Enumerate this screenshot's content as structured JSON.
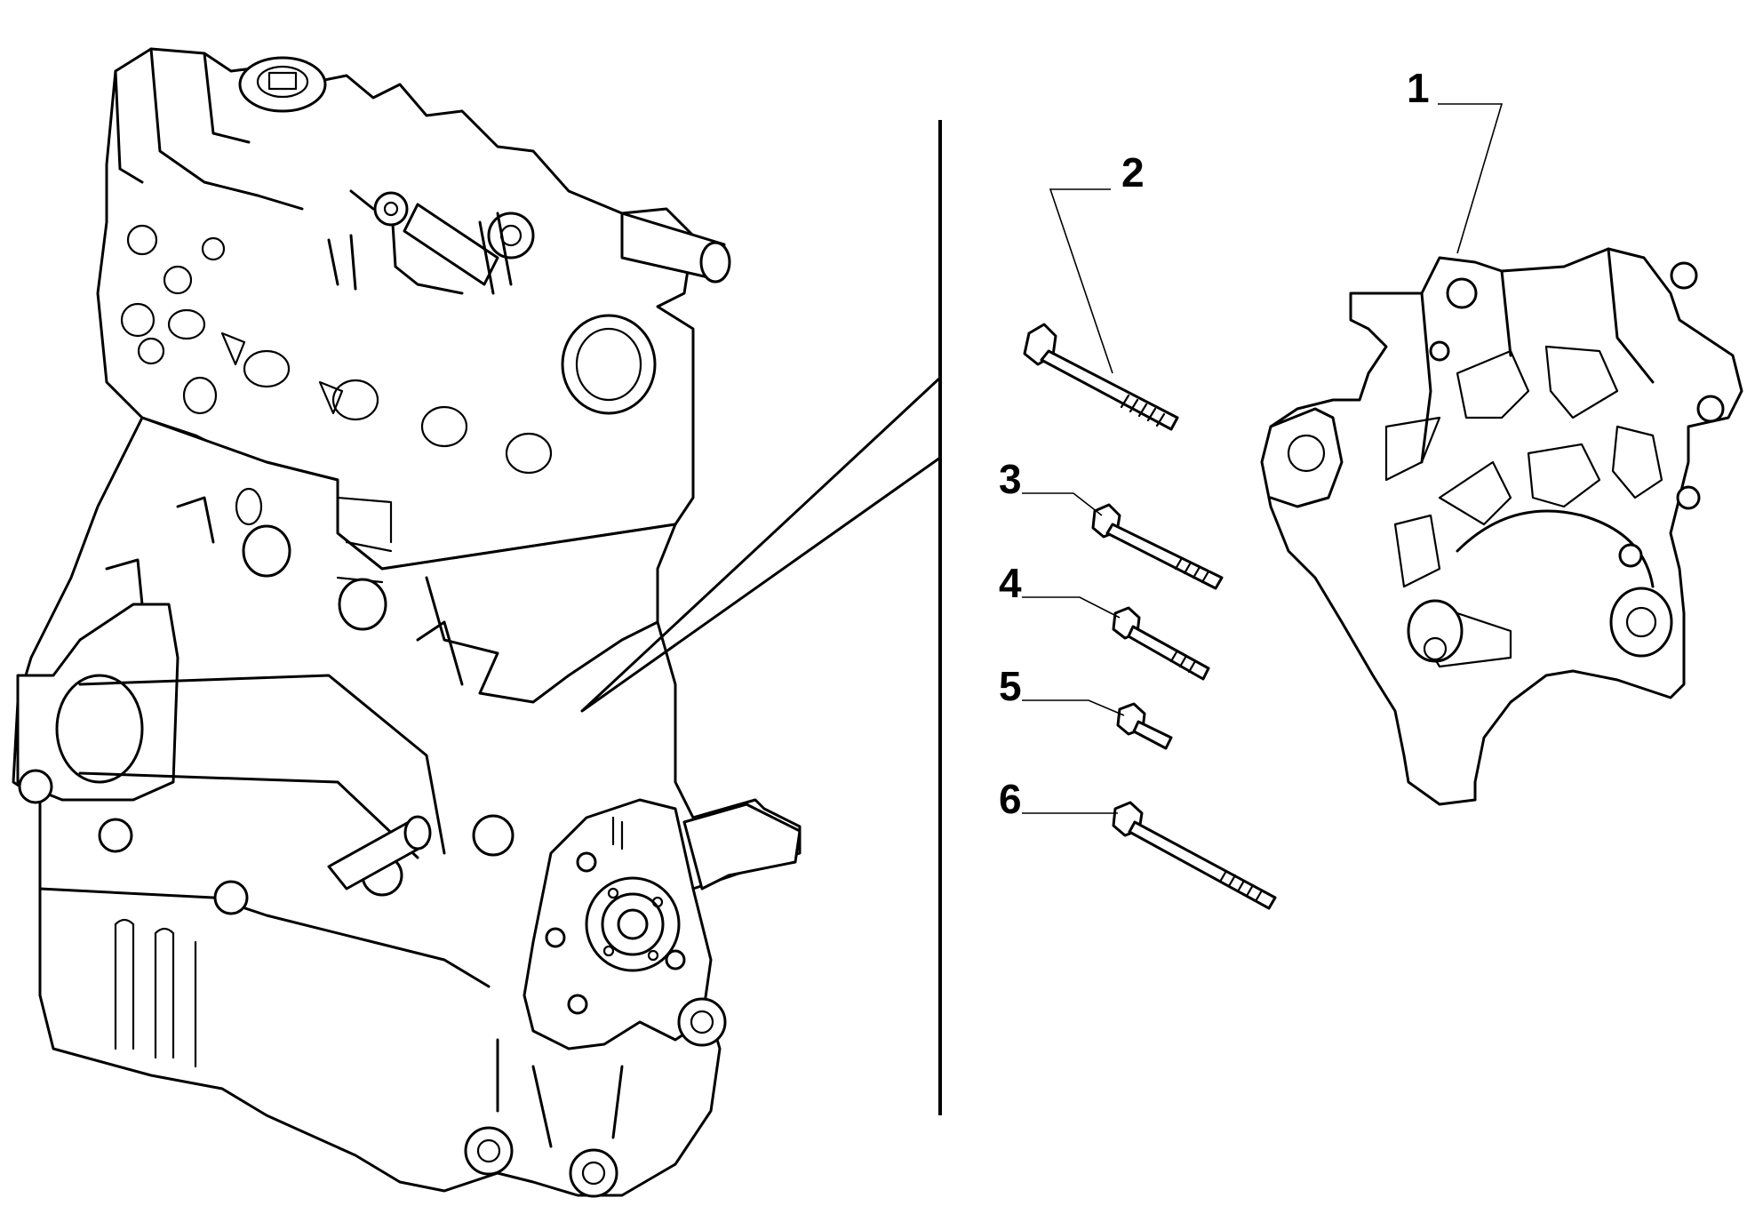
{
  "callouts": [
    {
      "number": "1",
      "part": "bracket"
    },
    {
      "number": "2",
      "part": "long-bolt"
    },
    {
      "number": "3",
      "part": "bolt"
    },
    {
      "number": "4",
      "part": "bolt"
    },
    {
      "number": "5",
      "part": "short-bolt"
    },
    {
      "number": "6",
      "part": "long-bolt"
    }
  ]
}
